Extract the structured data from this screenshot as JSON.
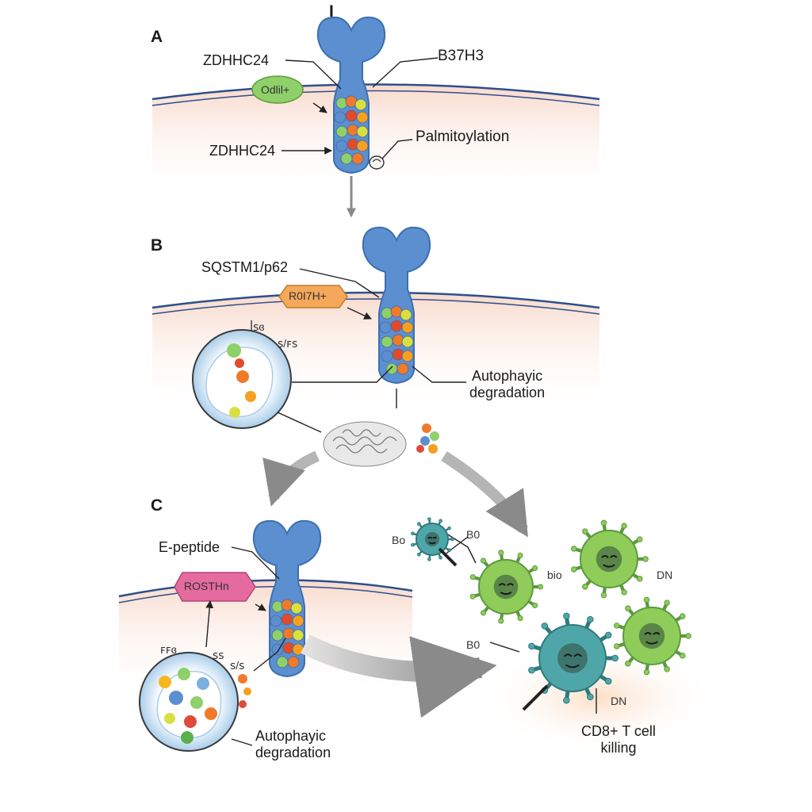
{
  "top_mark": "I",
  "panels": {
    "a": "A",
    "b": "B",
    "c": "C"
  },
  "panel_a": {
    "zdhhc24_top": "ZDHHC24",
    "zdhhc24_enzyme": "Odlil+",
    "b7h3": "B37H3",
    "zdhhc24_bottom": "ZDHHC24",
    "palmitoylation": "Palmitoylation"
  },
  "panel_b": {
    "sqstm1": "SQSTM1/p62",
    "enzyme": "R0I7H+",
    "autophagic_line1": "Autophayic",
    "autophagic_line2": "degradation",
    "scribble_1": "ꟾꜱɞ",
    "scribble_2": "ꜱ/ꜰꜱ"
  },
  "panel_c": {
    "epeptide": "E-peptide",
    "enzyme": "ROSTHn",
    "autophagic_line1": "Autophayic",
    "autophagic_line2": "degradation",
    "scribble_1": "ꜰꜰɞ",
    "scribble_2": "ꜱꜱ",
    "scribble_3": "ꜱ/ꜱ"
  },
  "tcells": {
    "label_bo": "Bo",
    "label_b0_top": "B0",
    "label_bio": "bio",
    "label_dn_right": "DN",
    "label_b0_mid": "B0",
    "label_dn_bottom": "DN",
    "caption_line1": "CD8+ T cell",
    "caption_line2": "killing"
  },
  "colors": {
    "receptor": "#5b8fd0",
    "receptor_edge": "#3d6fb0",
    "membrane": "#2d4f8c",
    "cytoplasm": "#fbe3d8",
    "green_enzyme": "#8fd06a",
    "orange_enzyme": "#f5a85a",
    "pink_enzyme": "#e46aa0",
    "teal_cell": "#4fa6a8",
    "green_cell": "#8fcc5a"
  }
}
